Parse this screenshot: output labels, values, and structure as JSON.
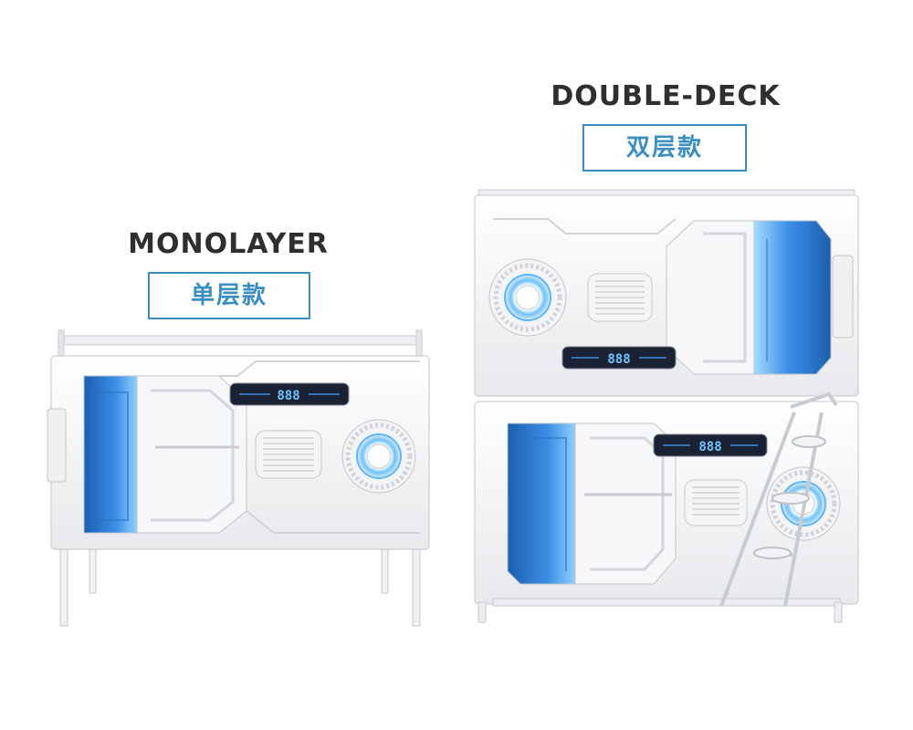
{
  "single": {
    "title": "MONOLAYER",
    "label_cn": "单层款",
    "display": "888"
  },
  "double": {
    "title": "DOUBLE-DECK",
    "label_cn": "双层款",
    "display_top": "888",
    "display_bottom": "888"
  },
  "colors": {
    "accent": "#3a8fc0",
    "title": "#2f2f2f",
    "glow": "#4aa8ff",
    "shell": "#f2f3f5"
  }
}
